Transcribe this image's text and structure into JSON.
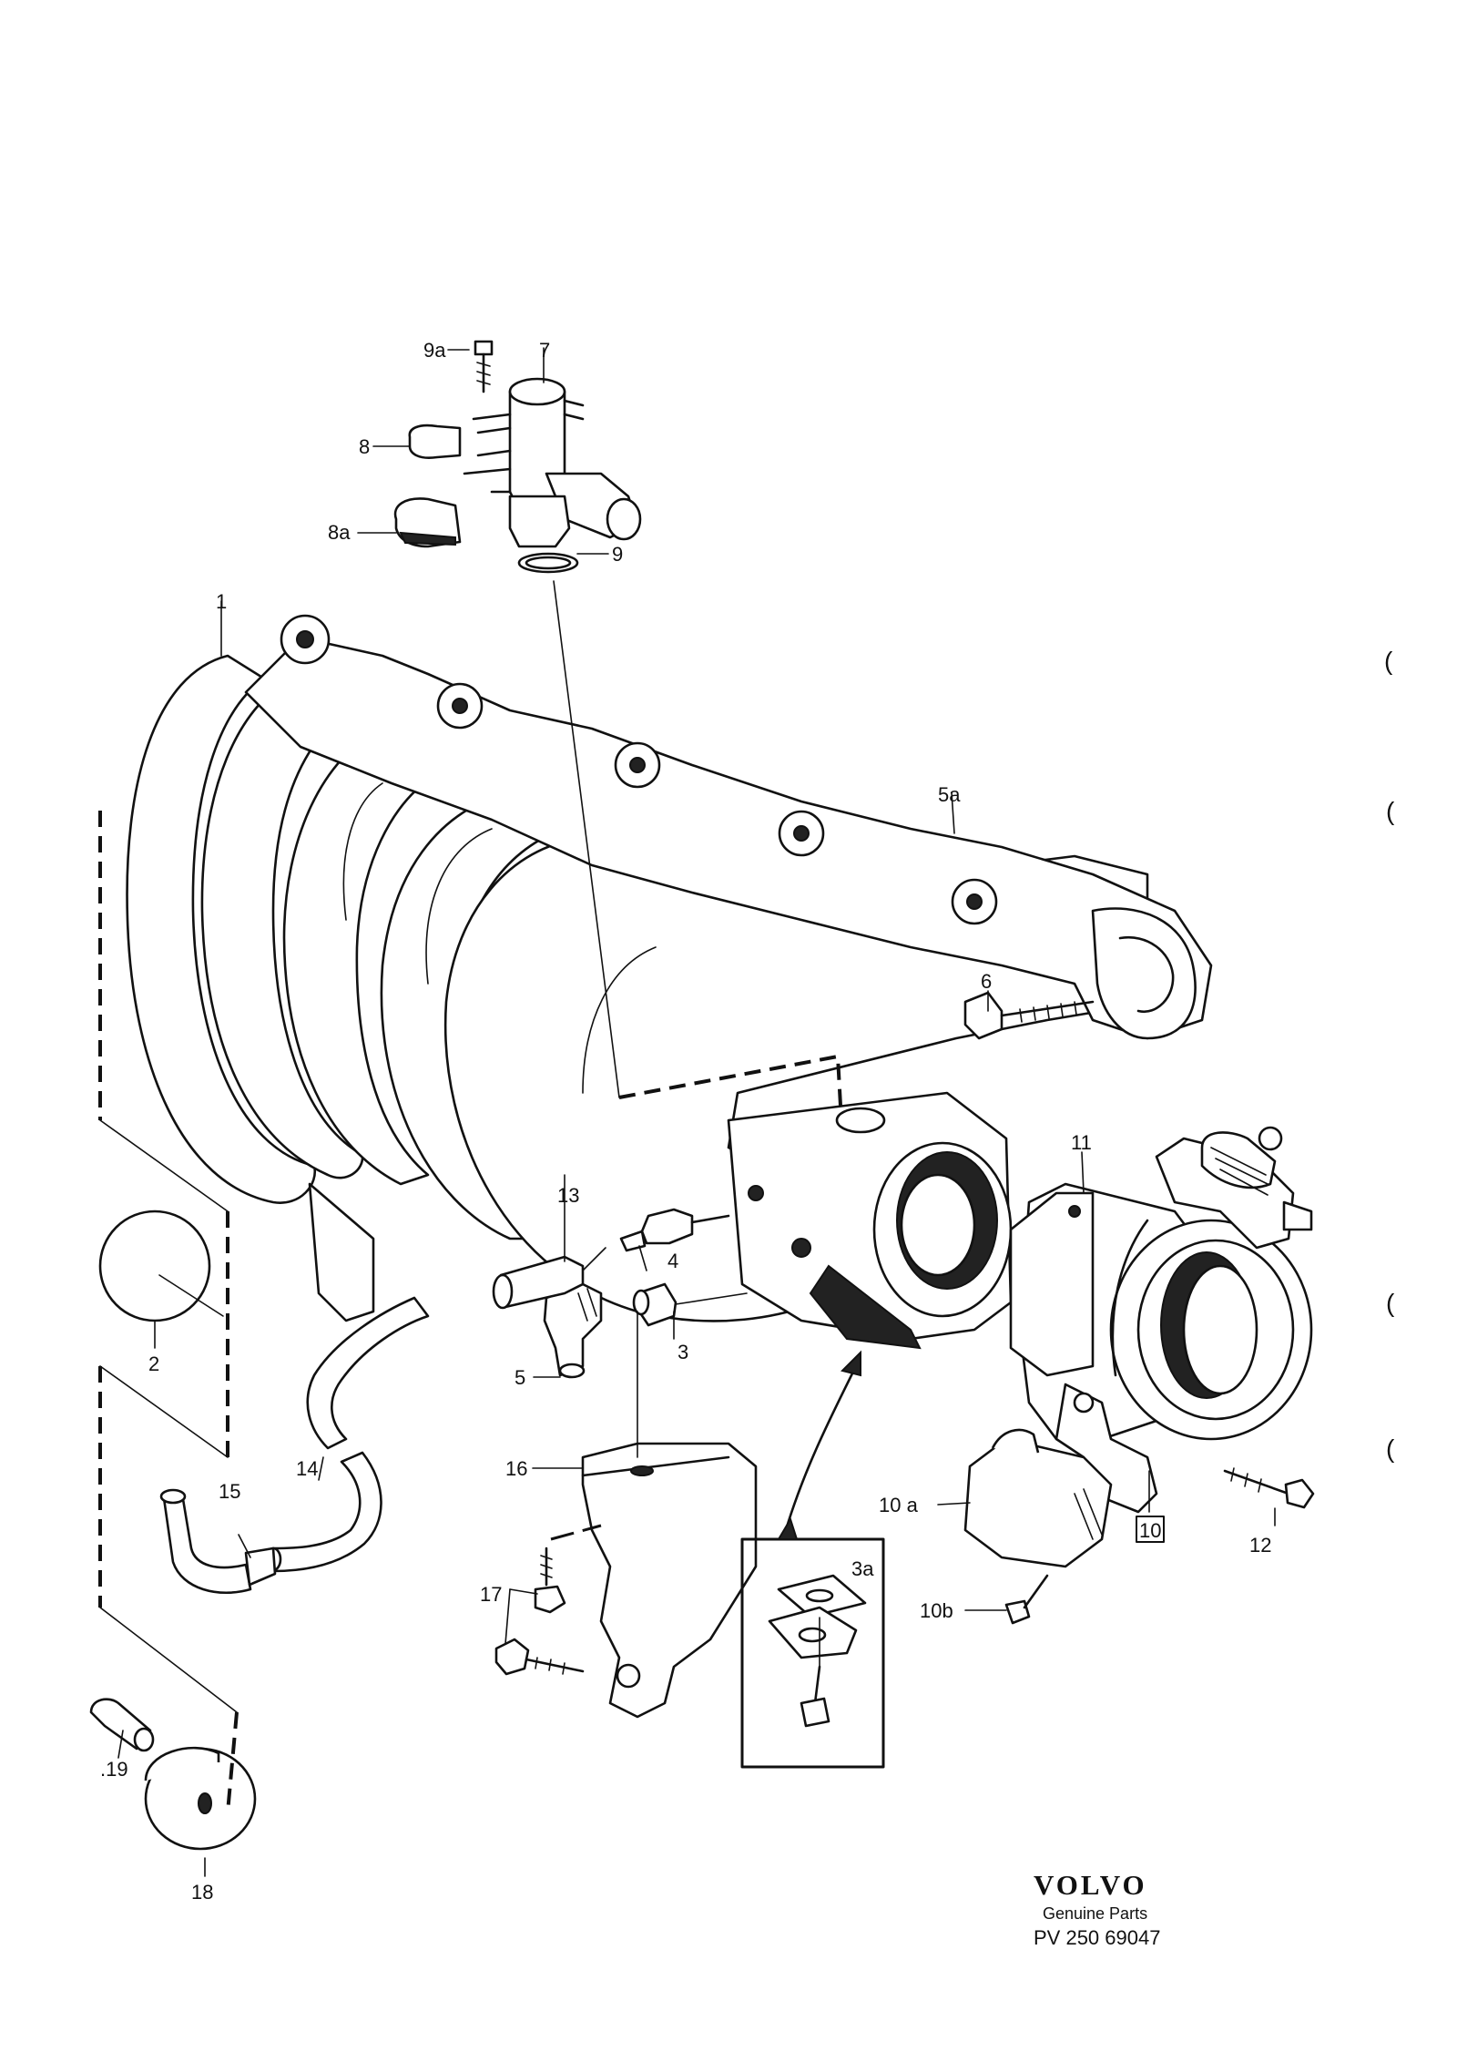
{
  "labels": {
    "p1": "1",
    "p2": "2",
    "p3": "3",
    "p3a": "3a",
    "p4": "4",
    "p5": "5",
    "p5a": "5a",
    "p6": "6",
    "p7": "7",
    "p8": "8",
    "p8a": "8a",
    "p9": "9",
    "p9a": "9a",
    "p10": "10",
    "p10a": "10 a",
    "p10b": "10b",
    "p11": "11",
    "p12": "12",
    "p13": "13",
    "p14": "14",
    "p15": "15",
    "p16": "16",
    "p17": "17",
    "p18": "18",
    "p19": ".19"
  },
  "brand": {
    "logo": "VOLVO",
    "subtitle": "Genuine Parts",
    "code": "PV 250 69047"
  },
  "margin_marks": [
    "(",
    "(",
    "(",
    "("
  ],
  "icons": [
    "intake-manifold",
    "throttle-body",
    "vacuum-connector",
    "bracket",
    "hose",
    "bolt",
    "gasket"
  ]
}
